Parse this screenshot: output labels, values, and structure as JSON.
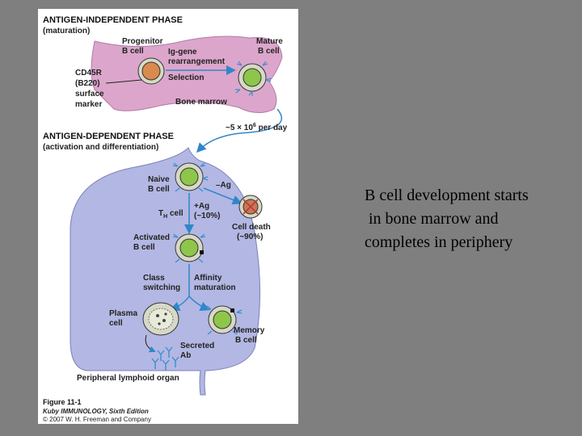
{
  "figure": {
    "phase1_title": "ANTIGEN-INDEPENDENT PHASE",
    "phase1_subtitle": "(maturation)",
    "phase2_title": "ANTIGEN-DEPENDENT PHASE",
    "phase2_subtitle": "(activation and differentiation)",
    "progenitor": [
      "Progenitor",
      "B cell"
    ],
    "ig_gene": [
      "Ig-gene",
      "rearrangement"
    ],
    "mature": [
      "Mature",
      "B cell"
    ],
    "selection": "Selection",
    "bone_marrow": "Bone marrow",
    "cd45r": [
      "CD45R",
      "(B220)",
      "surface",
      "marker"
    ],
    "per_day": "~5 × 10",
    "per_day_exp": "6",
    "per_day_suffix": " per day",
    "naive": [
      "Naive",
      "B cell"
    ],
    "minus_ag": "–Ag",
    "th_cell_main": "T",
    "th_cell_sub": "H",
    "th_cell_tail": " cell",
    "plus_ag": [
      "+Ag",
      "(~10%)"
    ],
    "cell_death": [
      "Cell death",
      "(~90%)"
    ],
    "activated": [
      "Activated",
      "B cell"
    ],
    "class_switching": [
      "Class",
      "switching"
    ],
    "affinity": [
      "Affinity",
      "maturation"
    ],
    "plasma": [
      "Plasma",
      "cell"
    ],
    "memory": [
      "Memory",
      "B cell"
    ],
    "secreted": [
      "Secreted",
      "Ab"
    ],
    "peripheral": "Peripheral lymphoid organ",
    "fig_label": "Figure 11-1",
    "fig_book": "Kuby IMMUNOLOGY, Sixth Edition",
    "fig_copyright": "© 2007 W. H. Freeman and Company"
  },
  "caption_lines": [
    "B cell development starts",
    " in bone marrow and",
    "completes in periphery"
  ],
  "colors": {
    "bone_marrow_fill": "#dca6cc",
    "periphery_fill": "#b3b7e3",
    "cell_outer": "#d7d9c7",
    "cell_inner": "#8ec64a",
    "progenitor_inner": "#d98a4e",
    "arrow": "#2f86c9",
    "antibody": "#3a8fd1"
  }
}
